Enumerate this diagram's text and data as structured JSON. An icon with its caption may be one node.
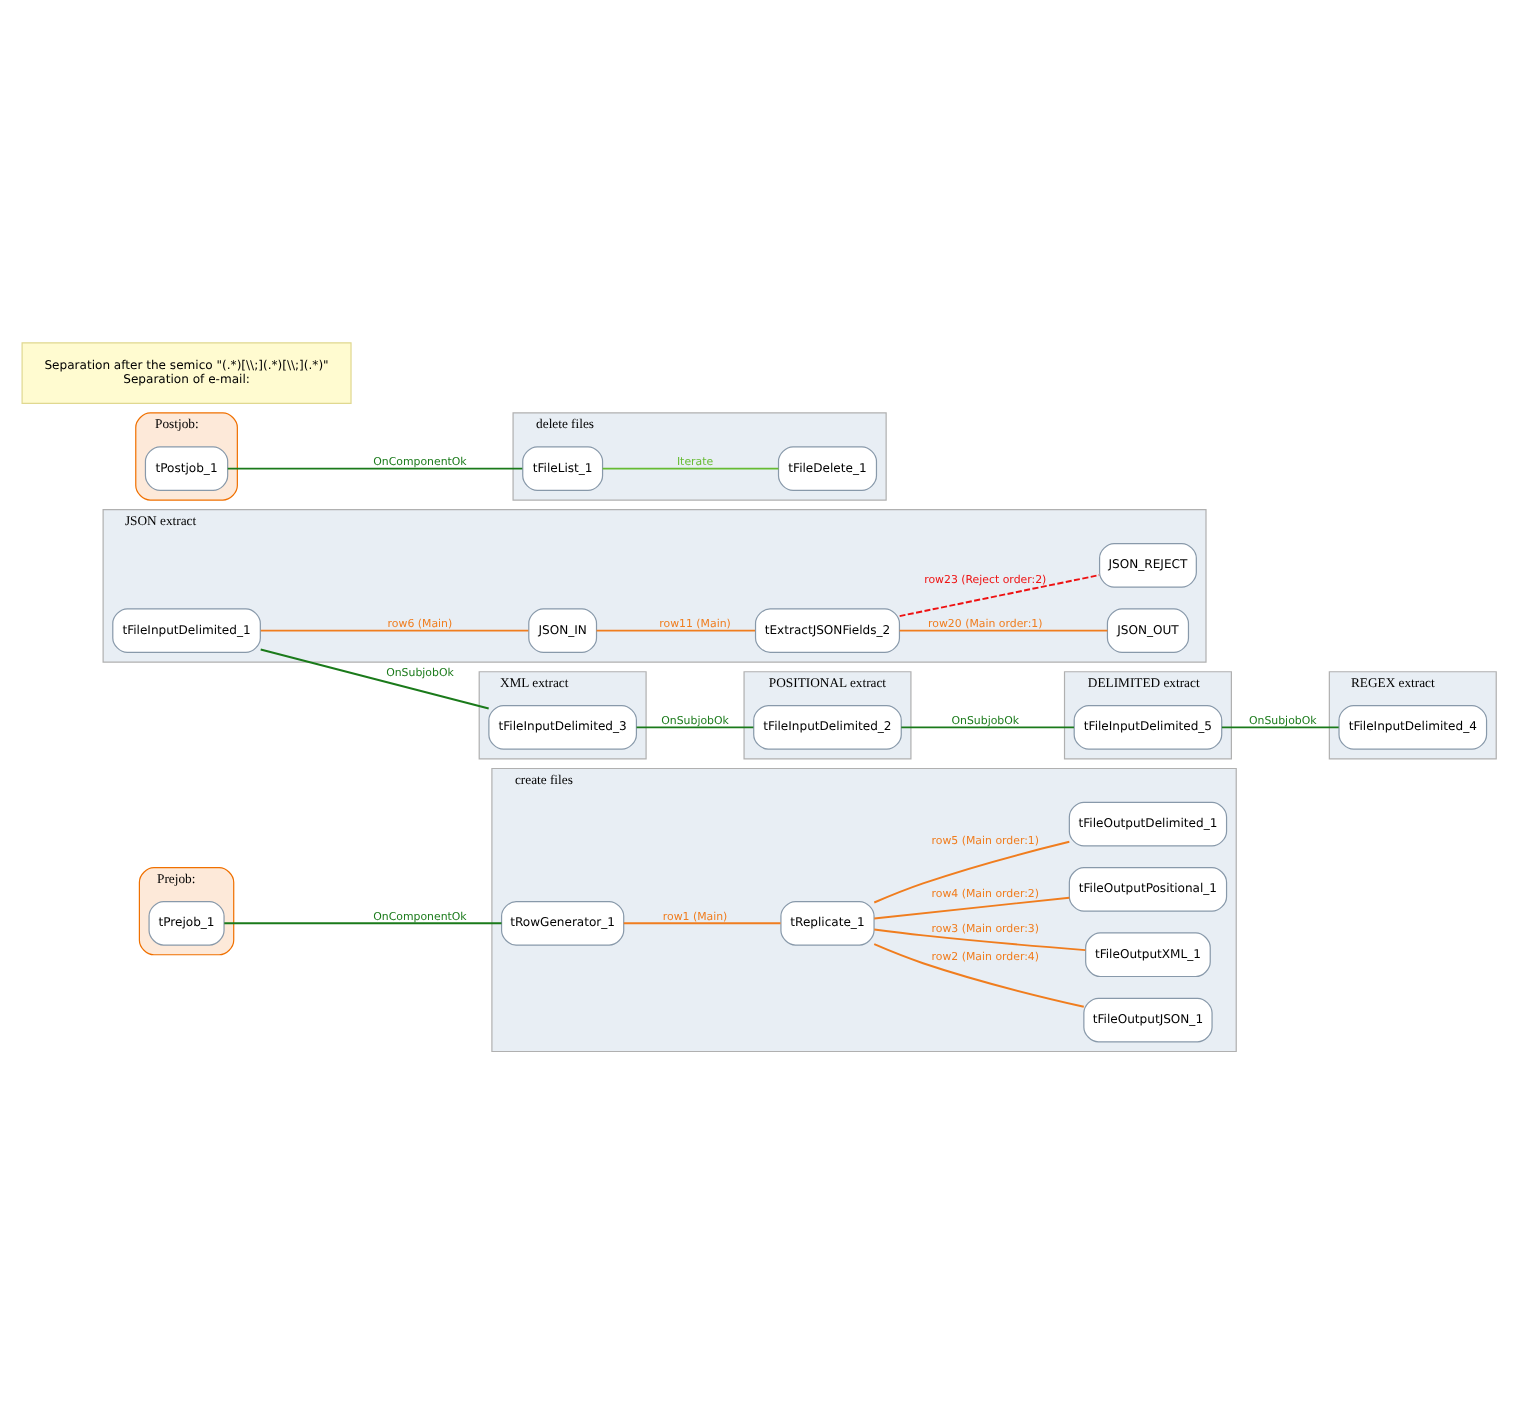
{
  "diagram": {
    "nodes": [
      {
        "text": [
          "create files"
        ]
      },
      {
        "text": [
          "Prejob:"
        ]
      },
      {
        "text": [
          "tPrejob_1"
        ],
        "in": 1
      },
      {
        "text": [
          "tRowGenerator_1"
        ],
        "in": 0
      },
      {
        "text": [
          "tReplicate_1"
        ],
        "in": 0
      },
      {
        "text": [
          "tFileOutputJSON_1"
        ],
        "in": 0
      },
      {
        "text": [
          "tFileOutputXML_1"
        ],
        "in": 0
      },
      {
        "text": [
          "tFileOutputPositional_1"
        ],
        "in": 0
      },
      {
        "text": [
          "tFileOutputDelimited_1"
        ],
        "in": 0
      },
      {
        "text": [
          "JSON extract"
        ]
      },
      {
        "text": [
          "tFileInputDelimited_1"
        ],
        "in": 9
      },
      {
        "text": [
          "JSON_IN"
        ],
        "in": 9
      },
      {
        "text": [
          "tExtractJSONFields_2"
        ],
        "in": 9
      },
      {
        "text": [
          "JSON_OUT"
        ],
        "in": 9
      },
      {
        "text": [
          "JSON_REJECT"
        ],
        "in": 9
      },
      {
        "text": [
          "XML extract"
        ]
      },
      {
        "text": [
          "tFileInputDelimited_3"
        ],
        "in": 15
      },
      {
        "text": [
          "POSITIONAL extract"
        ]
      },
      {
        "text": [
          "tFileInputDelimited_2"
        ],
        "in": 17
      },
      {
        "text": [
          "DELIMITED extract"
        ]
      },
      {
        "text": [
          "tFileInputDelimited_5"
        ],
        "in": 19
      },
      {
        "text": [
          "REGEX extract"
        ]
      },
      {
        "text": [
          "tFileInputDelimited_4"
        ],
        "in": 21
      },
      {
        "text": [
          "Postjob:"
        ]
      },
      {
        "text": [
          "tPostjob_1"
        ],
        "in": 23
      },
      {
        "text": [
          "delete files"
        ]
      },
      {
        "text": [
          "tFileList_1"
        ],
        "in": 25
      },
      {
        "text": [
          "tFileDelete_1"
        ],
        "in": 25
      },
      {
        "text": [
          "Separation after the semico \"(.*)[\\\\;](.*)[\\\\;](.*)\"",
          "Separation of e-mail:"
        ]
      }
    ],
    "edges": [
      {
        "from": 2,
        "to": 3,
        "arrow": "none",
        "label": "OnComponentOk",
        "color": "#1a7a1a"
      },
      {
        "from": 3,
        "to": 4,
        "arrow": "none",
        "label": "row1 (Main)"
      },
      {
        "from": 4,
        "to": 5,
        "arrow": "none",
        "label": "row2 (Main order:4)"
      },
      {
        "from": 4,
        "to": 6,
        "arrow": "none",
        "label": "row3 (Main order:3)"
      },
      {
        "from": 4,
        "to": 7,
        "arrow": "none",
        "label": "row4 (Main order:2)"
      },
      {
        "from": 4,
        "to": 8,
        "arrow": "none",
        "label": "row5 (Main order:1)"
      },
      {
        "from": 10,
        "to": 11,
        "arrow": "none",
        "label": "row6 (Main)"
      },
      {
        "from": 11,
        "to": 12,
        "arrow": "none",
        "label": "row11 (Main)"
      },
      {
        "from": 12,
        "to": 13,
        "arrow": "none",
        "label": "row20 (Main order:1)"
      },
      {
        "from": 12,
        "to": 14,
        "arrow": "none",
        "label": "row23 (Reject order:2)",
        "style": "dashed",
        "color": "#ee1111"
      },
      {
        "from": 10,
        "to": 16,
        "arrow": "none",
        "label": "OnSubjobOk",
        "color": "#1a7a1a"
      },
      {
        "from": 16,
        "to": 18,
        "arrow": "none",
        "label": "OnSubjobOk",
        "color": "#1a7a1a"
      },
      {
        "from": 18,
        "to": 20,
        "arrow": "none",
        "label": "OnSubjobOk",
        "color": "#1a7a1a"
      },
      {
        "from": 20,
        "to": 22,
        "arrow": "none",
        "label": "OnSubjobOk",
        "color": "#1a7a1a"
      },
      {
        "from": 24,
        "to": 26,
        "arrow": "none",
        "label": "OnComponentOk",
        "color": "#1a7a1a"
      },
      {
        "from": 26,
        "to": 27,
        "arrow": "none",
        "label": "Iterate",
        "color": "#66bb33"
      }
    ]
  }
}
